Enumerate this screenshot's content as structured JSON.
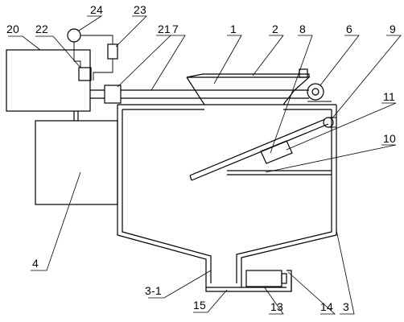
{
  "labels": {
    "l1": "1",
    "l2": "2",
    "l3": "3",
    "l3_1": "3-1",
    "l4": "4",
    "l6": "6",
    "l7": "7",
    "l8": "8",
    "l9": "9",
    "l10": "10",
    "l11": "11",
    "l13": "13",
    "l14": "14",
    "l15": "15",
    "l20": "20",
    "l21": "21",
    "l22": "22",
    "l23": "23",
    "l24": "24"
  }
}
